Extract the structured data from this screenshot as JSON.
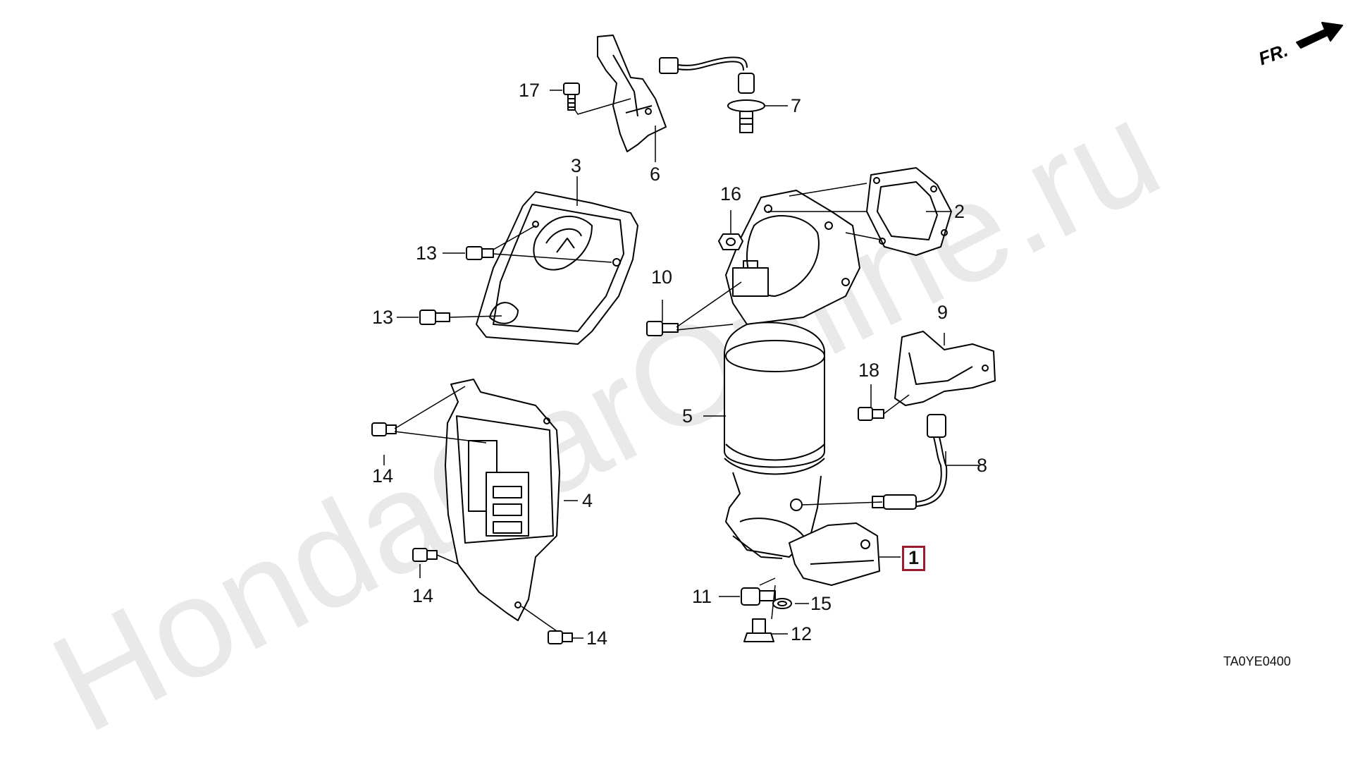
{
  "watermark": "HondaCarOnline.ru",
  "direction_label": "FR.",
  "diagram_code": "TA0YE0400",
  "highlight_color": "#9b1b30",
  "callouts": [
    {
      "num": "1",
      "highlighted": true
    },
    {
      "num": "2"
    },
    {
      "num": "3"
    },
    {
      "num": "4"
    },
    {
      "num": "5"
    },
    {
      "num": "6"
    },
    {
      "num": "7"
    },
    {
      "num": "8"
    },
    {
      "num": "9"
    },
    {
      "num": "10"
    },
    {
      "num": "11"
    },
    {
      "num": "12"
    },
    {
      "num": "13"
    },
    {
      "num": "13"
    },
    {
      "num": "14"
    },
    {
      "num": "14"
    },
    {
      "num": "14"
    },
    {
      "num": "15"
    },
    {
      "num": "16"
    },
    {
      "num": "17"
    },
    {
      "num": "18"
    }
  ]
}
